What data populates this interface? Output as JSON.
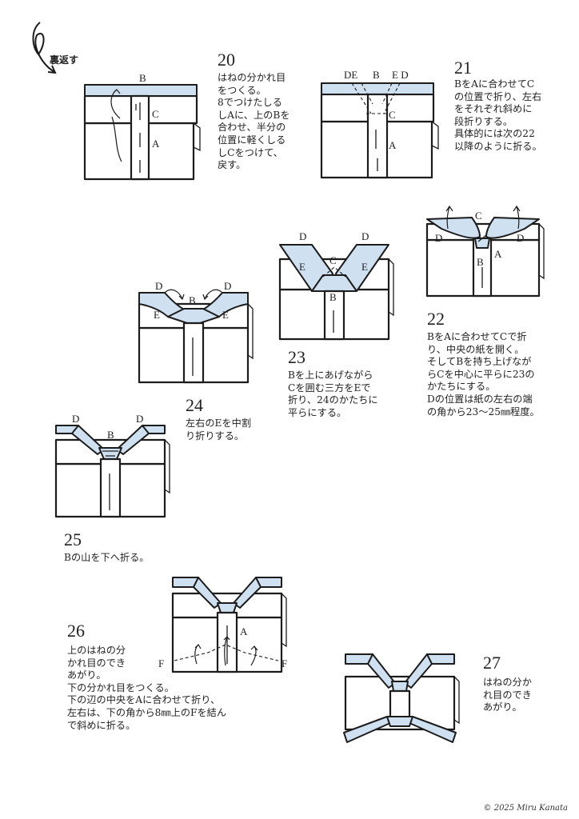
{
  "intro": {
    "flip_label": "裏返す",
    "flip_icon": "flip-over-arrow-icon"
  },
  "steps": [
    {
      "number": "20",
      "text": "はねの分かれ目\nをつくる。\n8でつけたしる\nしAに、上のBを\n合わせ、半分の\n位置に軽くしる\nしCをつけて、\n戻す。",
      "labels": [
        "B",
        "C",
        "A"
      ]
    },
    {
      "number": "21",
      "text": "BをAに合わせてC\nの位置で折り、左右\nをそれぞれ斜めに\n段折りする。\n具体的には次の22\n以降のように折る。",
      "labels": [
        "DE",
        "B",
        "E D",
        "C",
        "A"
      ]
    },
    {
      "number": "22",
      "text": "BをAに合わせてCで折\nり、中央の紙を開く。\nそしてBを持ち上げなが\nらCを中心に平らに23の\nかたちにする。\nDの位置は紙の左右の端\nの角から23〜25㎜程度。",
      "labels": [
        "C",
        "D",
        "D",
        "A",
        "B"
      ]
    },
    {
      "number": "23",
      "text": "Bを上にあげながら\nCを囲む三方をEで\n折り、24のかたちに\n平らにする。",
      "labels": [
        "D",
        "D",
        "E",
        "C",
        "E",
        "B"
      ]
    },
    {
      "number": "24",
      "text": "左右のEを中割\nり折りする。",
      "labels": [
        "D",
        "D",
        "B",
        "E",
        "E"
      ]
    },
    {
      "number": "25",
      "text": "Bの山を下へ折る。",
      "labels": [
        "D",
        "D",
        "B"
      ]
    },
    {
      "number": "26",
      "text": "上のはねの分\nかれ目のでき\nあがり。\n下の分かれ目をつくる。\n下の辺の中央をAに合わせて折り、\n左右は、下の角から8㎜上のFを結ん\nで斜めに折る。",
      "labels": [
        "A",
        "F",
        "F"
      ]
    },
    {
      "number": "27",
      "text": "はねの分か\nれ目のでき\nあがり。",
      "labels": []
    }
  ],
  "copyright": "© 2025 Miru Kanata",
  "colors": {
    "paper_blue": "#cfe0f1",
    "line": "#1c1c1c"
  }
}
